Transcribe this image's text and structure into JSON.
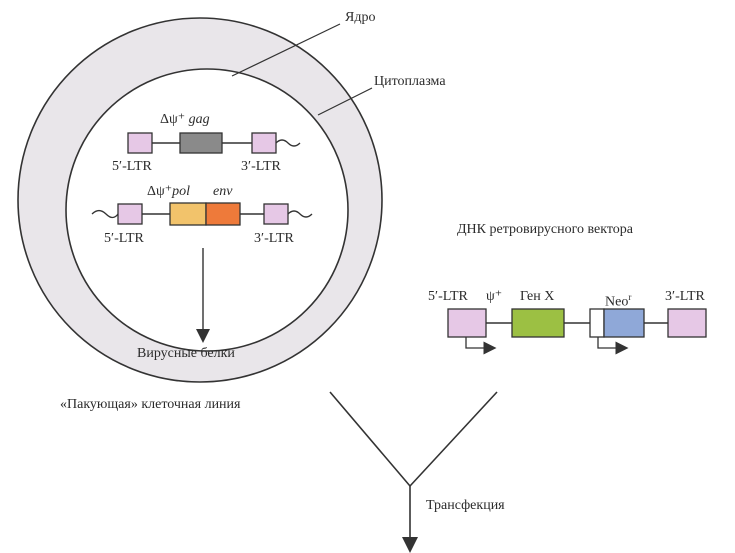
{
  "labels": {
    "nucleus": "Ядро",
    "cytoplasm": "Цитоплазма",
    "construct1_label": "Δψ⁺",
    "construct1_gene": "gag",
    "construct1_ltr_left": "5′-LTR",
    "construct1_ltr_right": "3′-LTR",
    "construct2_label": "Δψ⁺",
    "construct2_gene1": "pol",
    "construct2_gene2": "env",
    "construct2_ltr_left": "5′-LTR",
    "construct2_ltr_right": "3′-LTR",
    "viral_proteins": "Вирусные белки",
    "packaging_line": "«Пакующая» клеточная линия",
    "vector_title": "ДНК ретровирусного вектора",
    "vector_ltr_left": "5′-LTR",
    "vector_psi": "ψ⁺",
    "vector_gene_x": "Ген X",
    "vector_neo": "Neo",
    "vector_neo_sup": "r",
    "vector_ltr_right": "3′-LTR",
    "transfection": "Трансфекция"
  },
  "colors": {
    "ltr_box": "#e6c8e6",
    "gag_box": "#8a8a8a",
    "pol_box": "#f2c36b",
    "env_box": "#ee7a3a",
    "genex_box": "#9cc043",
    "neo_box": "#8fa8d8",
    "cell_outer": "#e9e6ea",
    "cell_inner": "#ffffff",
    "stroke": "#333333"
  }
}
